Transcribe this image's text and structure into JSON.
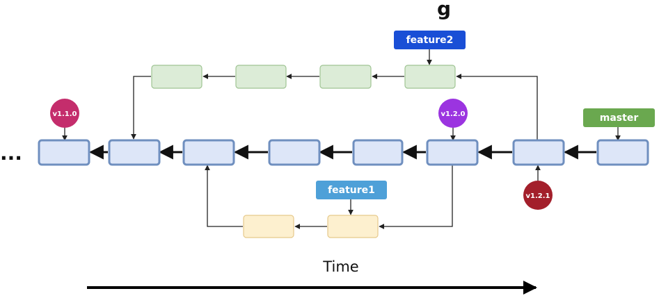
{
  "title_fragment": "g",
  "ellipsis": "...",
  "time_label": "Time",
  "branches": {
    "master": {
      "label": "master",
      "color": "#6aa84f"
    },
    "feature1": {
      "label": "feature1",
      "color": "#4ea0d8"
    },
    "feature2": {
      "label": "feature2",
      "color": "#1a4fd6"
    }
  },
  "tags": {
    "v110": {
      "label": "v1.1.0",
      "color": "#c42d6c"
    },
    "v120": {
      "label": "v1.2.0",
      "color": "#9b34e0"
    },
    "v121": {
      "label": "v1.2.1",
      "color": "#a31f2b"
    }
  }
}
